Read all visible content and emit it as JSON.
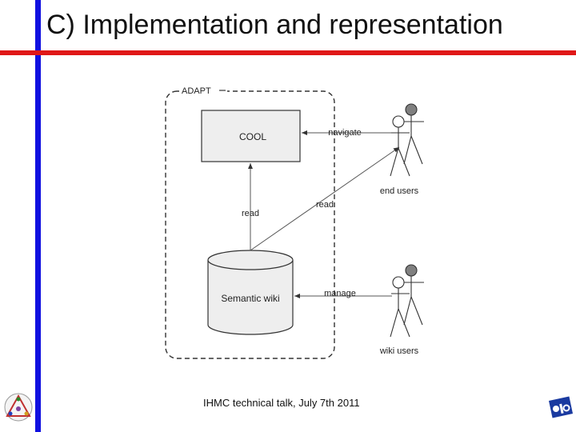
{
  "slide": {
    "title": "C) Implementation and representation",
    "footer": "IHMC technical talk, July 7th 2011"
  },
  "diagram": {
    "boundary_label": "ADAPT",
    "cool_label": "COOL",
    "wiki_label": "Semantic wiki",
    "edges": {
      "navigate": "navigate",
      "read_up": "read",
      "read_diag": "read",
      "manage": "manage"
    },
    "actors": {
      "end_users": "end users",
      "wiki_users": "wiki users"
    }
  },
  "colors": {
    "blue_bar": "#1010e0",
    "red_bar": "#e01818",
    "box_fill": "#eeeeee",
    "actor_head": "#808080"
  },
  "icons": {
    "left_logo": "triangle-emblem-icon",
    "right_logo": "tno-logo-icon"
  }
}
